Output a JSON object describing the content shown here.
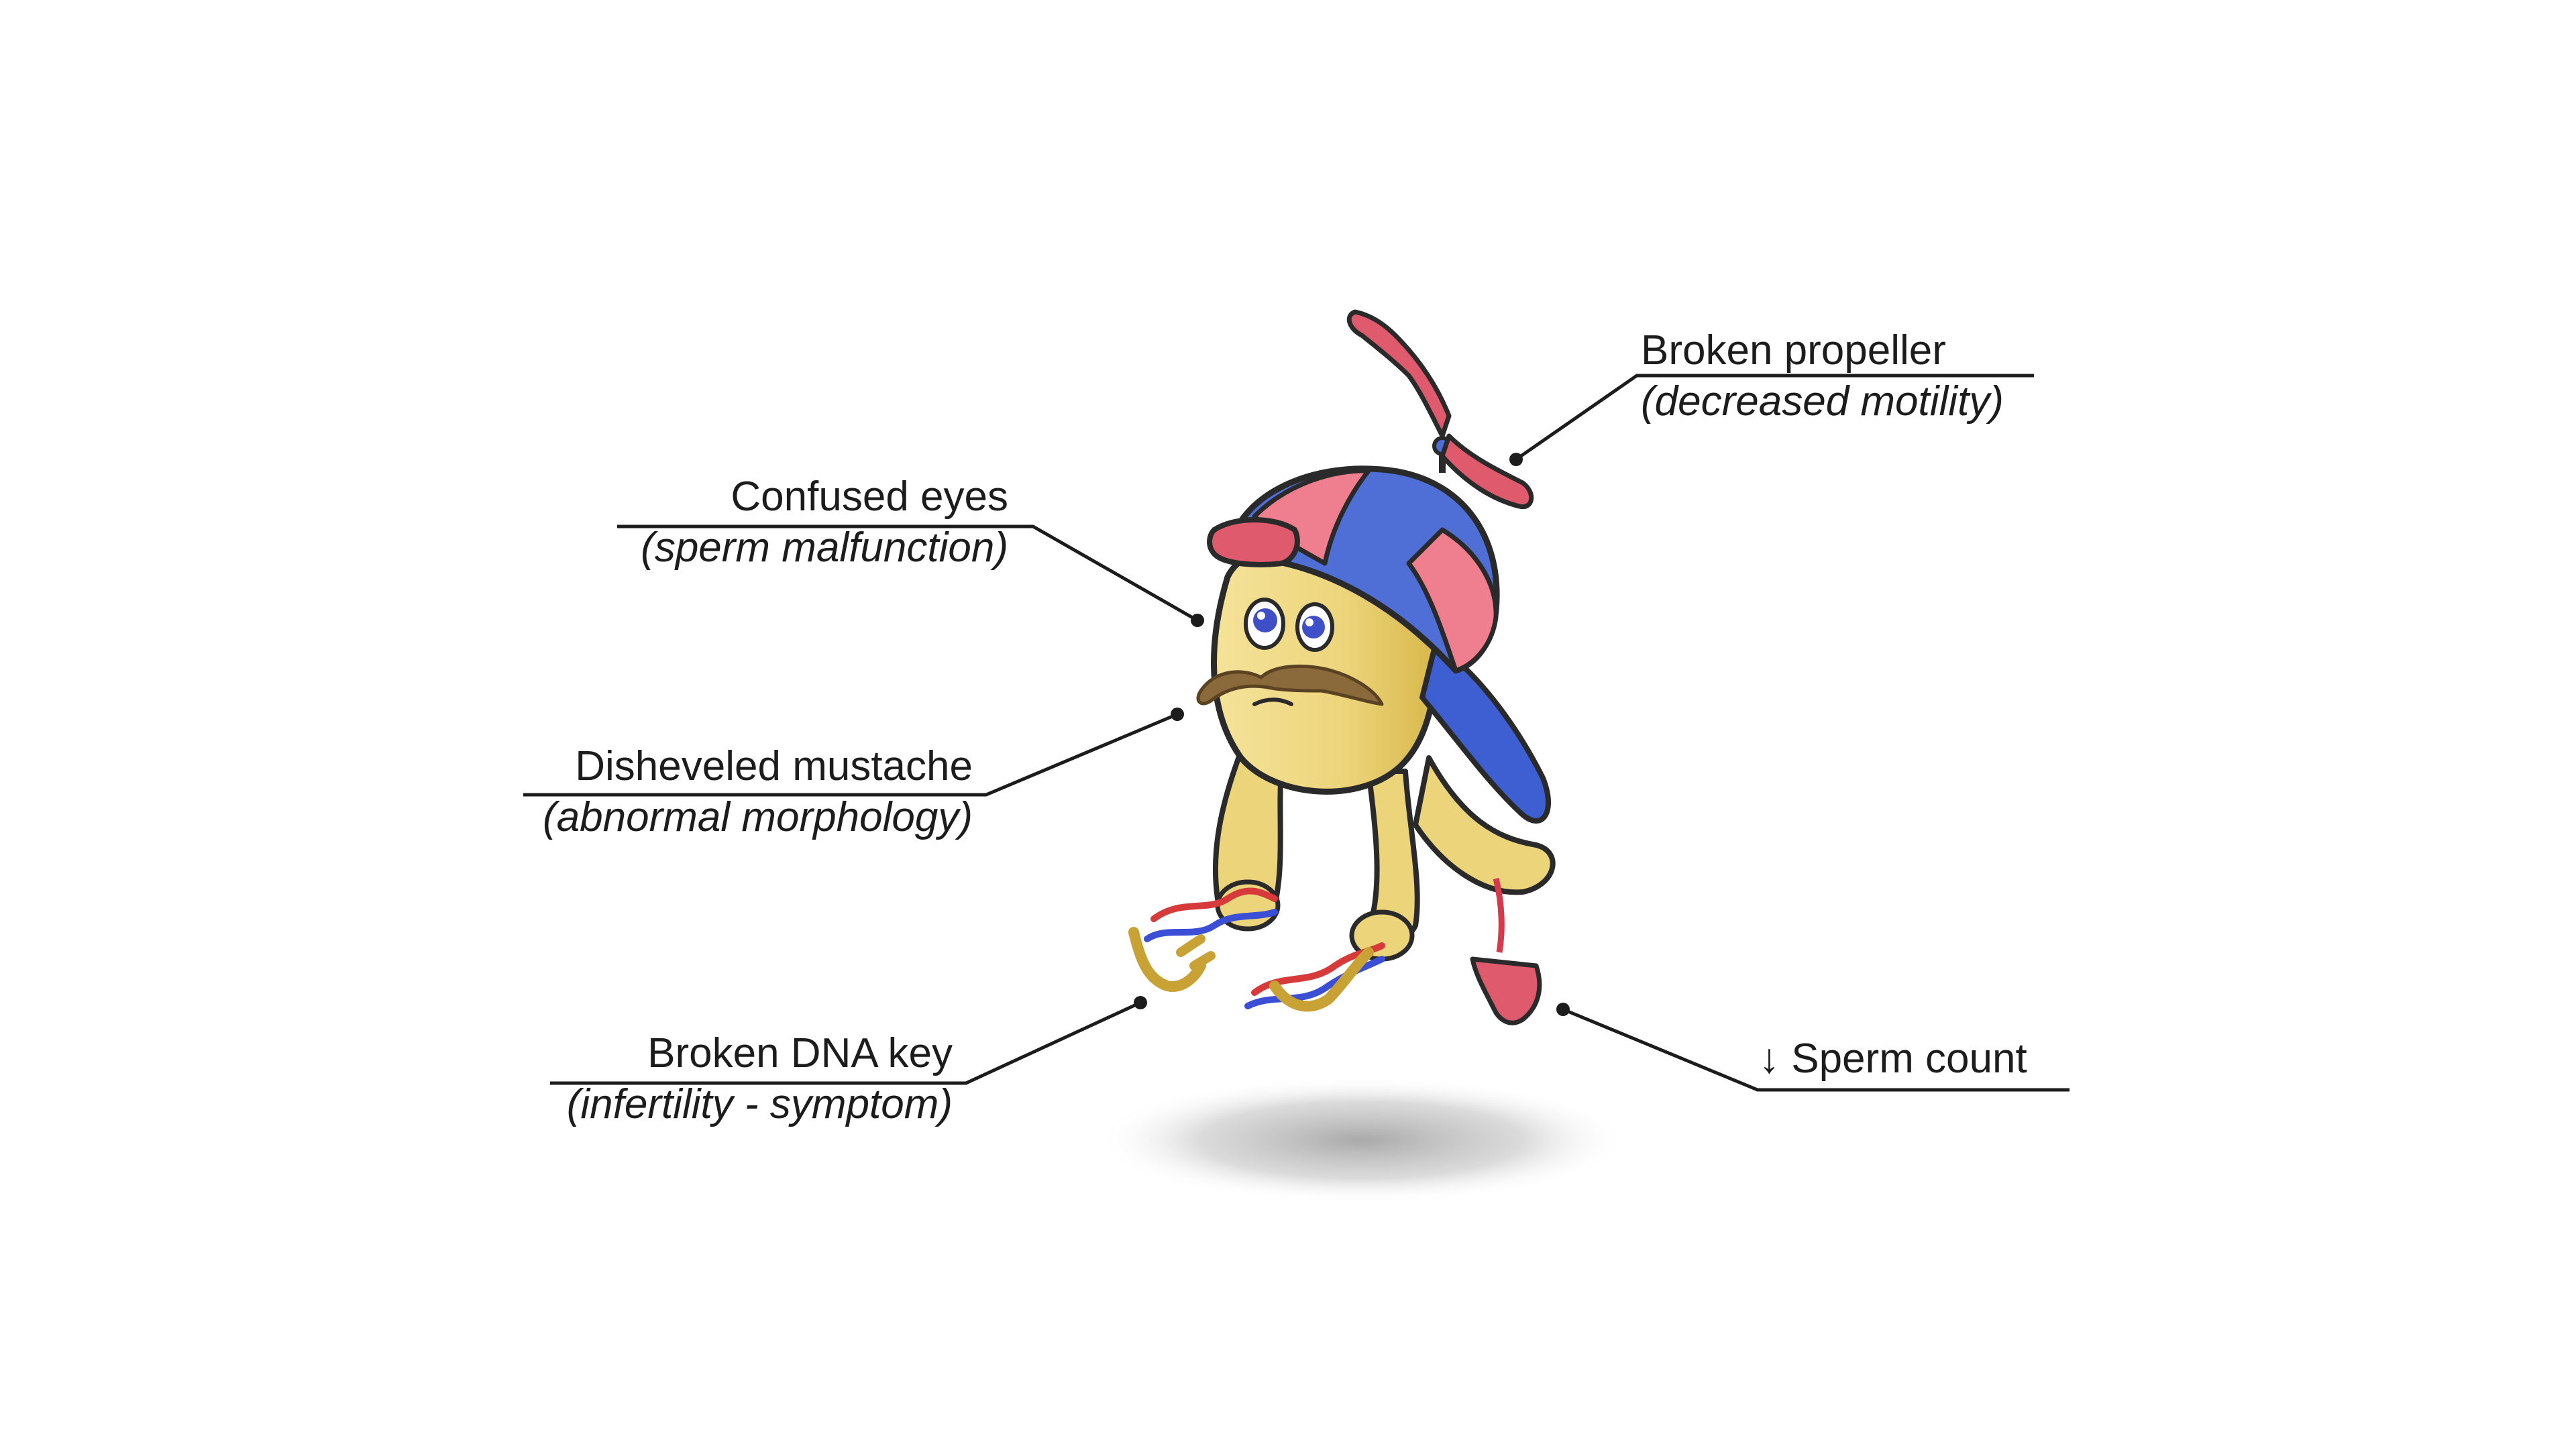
{
  "colors": {
    "body": "#f0dc8a",
    "body_shadow": "#d9b94a",
    "outline": "#2a2a2a",
    "cap_blue": "#4f6fd6",
    "cap_pink": "#ef7e8f",
    "propeller": "#e05a6e",
    "mustache": "#8a6a3a",
    "dna_red": "#d63a3a",
    "dna_blue": "#3a4fd6",
    "dna_yellow": "#e9c34a",
    "leader_line": "#1c1c1c"
  },
  "callouts": {
    "propeller": {
      "title": "Broken propeller",
      "sub": "(decreased motility)"
    },
    "eyes": {
      "title": "Confused eyes",
      "sub": "(sperm malfunction)"
    },
    "mustache": {
      "title": "Disheveled mustache",
      "sub": "(abnormal morphology)"
    },
    "dna": {
      "title": "Broken DNA key",
      "sub": "(infertility - symptom)"
    },
    "count": {
      "title": "↓ Sperm count"
    }
  }
}
